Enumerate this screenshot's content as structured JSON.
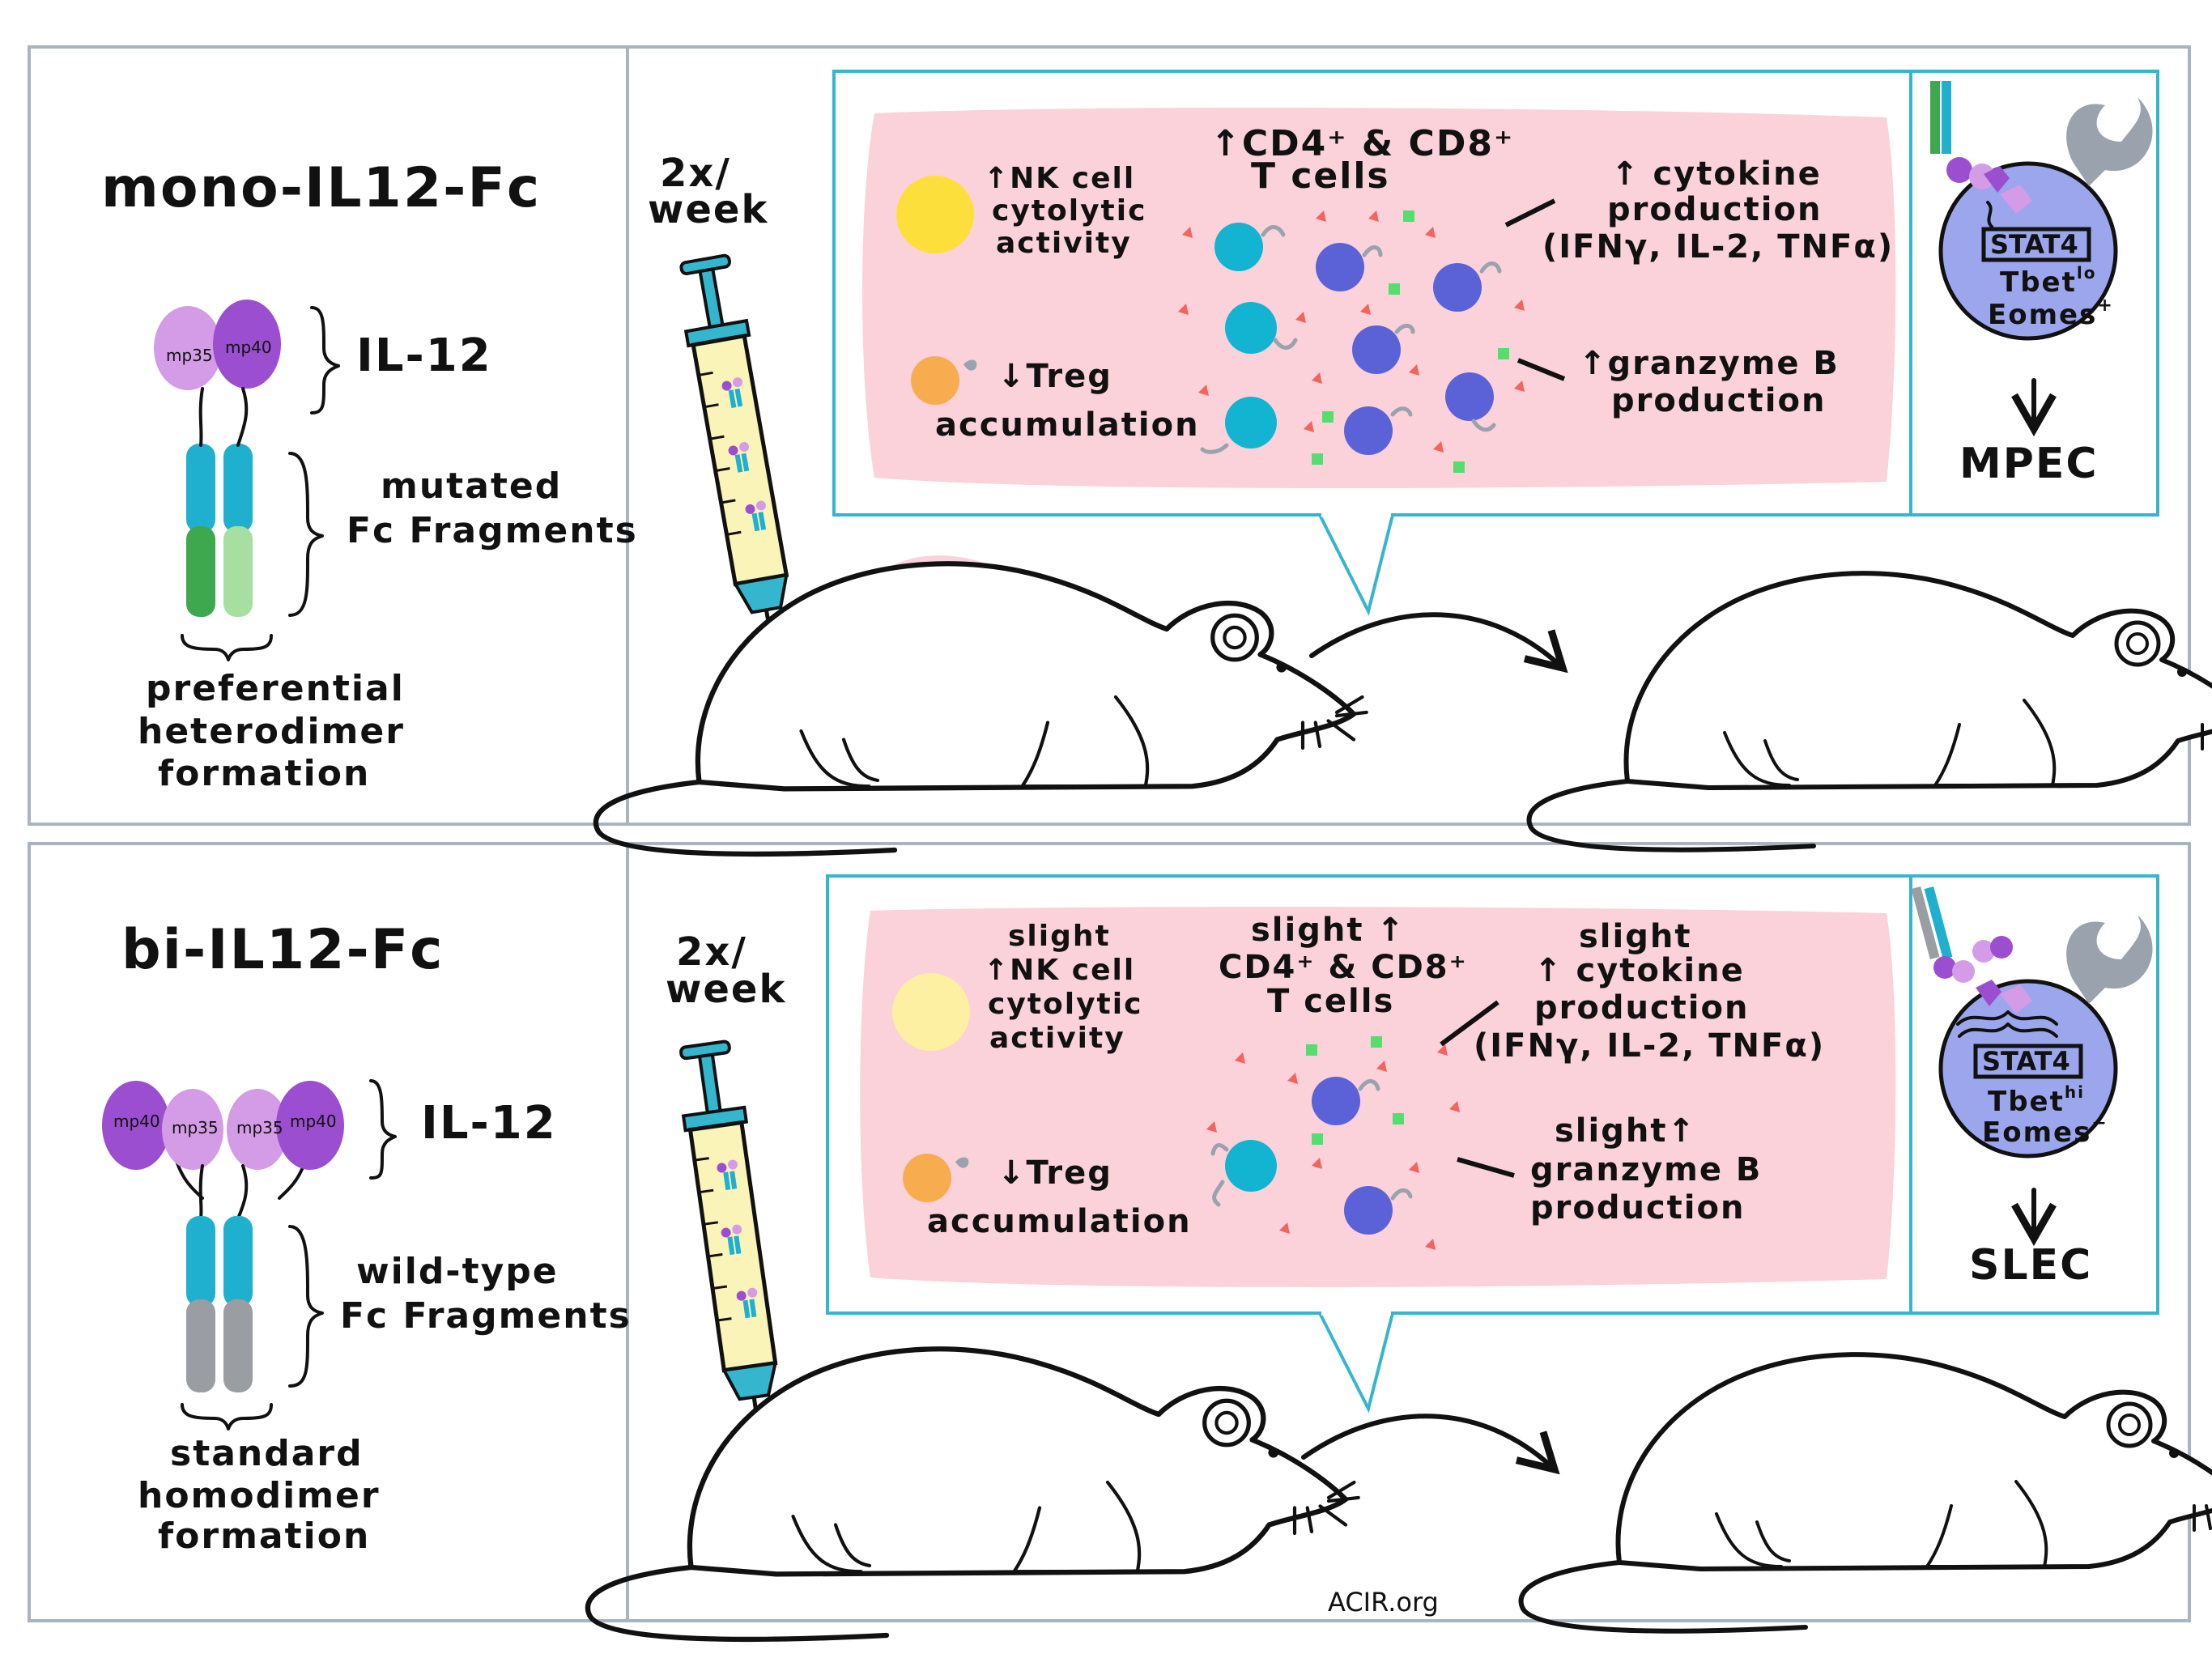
{
  "colors": {
    "frame": "#aab4be",
    "callout_border": "#35b6cf",
    "pink": "#fbd1da",
    "mp35": "#d49be6",
    "mp40": "#9b4fd0",
    "fc_blue": "#1fb0cf",
    "fc_green_dark": "#3ea84f",
    "fc_green_light": "#a7dfa0",
    "fc_gray": "#9a9ea3",
    "nk_yellow": "#fddf3c",
    "nk_yellow_pale": "#fdf0a2",
    "treg_orange": "#f7ad4f",
    "cd8_cyan": "#13b4d1",
    "cd4_blue": "#5b62d8",
    "red_dot": "#f2645c",
    "green_dot": "#55dd6f",
    "tcell_purple": "#9ca6ec",
    "receptor_gray": "#9aa3ad"
  },
  "panel_top": {
    "molecule_title": "mono-IL12-Fc",
    "subunit_1": "mp35",
    "subunit_2": "mp40",
    "il12_label": "IL-12",
    "fc_label_line1": "mutated",
    "fc_label_line2": "Fc Fragments",
    "formation_line1": "preferential",
    "formation_line2": "heterodimer",
    "formation_line3": "formation",
    "dose_line1": "2x/",
    "dose_line2": "week",
    "nk_line1": "↑NK cell",
    "nk_line2": "cytolytic",
    "nk_line3": "activity",
    "treg_line1": "↓Treg",
    "treg_line2": "accumulation",
    "tcell_line1": "↑CD4⁺ & CD8⁺",
    "tcell_line2": "T cells",
    "cytokine_line1": "↑ cytokine",
    "cytokine_line2": "production",
    "cytokine_line3": "(IFNγ, IL-2, TNFα)",
    "granzyme_line1": "↑granzyme B",
    "granzyme_line2": "production",
    "stat": "STAT4",
    "tbet": "Tbet",
    "tbet_sup": "lo",
    "eomes": "Eomes",
    "eomes_sup": "+",
    "outcome": "MPEC"
  },
  "panel_bottom": {
    "molecule_title": "bi-IL12-Fc",
    "subunit_1": "mp35",
    "subunit_2": "mp40",
    "il12_label": "IL-12",
    "fc_label_line1": "wild-type",
    "fc_label_line2": "Fc Fragments",
    "formation_line1": "standard",
    "formation_line2": "homodimer",
    "formation_line3": "formation",
    "dose_line1": "2x/",
    "dose_line2": "week",
    "nk_line0": "slight",
    "nk_line1": "↑NK cell",
    "nk_line2": "cytolytic",
    "nk_line3": "activity",
    "treg_line1": "↓Treg",
    "treg_line2": "accumulation",
    "tcell_line0": "slight ↑",
    "tcell_line1": "CD4⁺ & CD8⁺",
    "tcell_line2": "T cells",
    "cytokine_line0": "slight",
    "cytokine_line1": "↑ cytokine",
    "cytokine_line2": "production",
    "cytokine_line3": "(IFNγ, IL-2, TNFα)",
    "granzyme_line0": "slight↑",
    "granzyme_line1": "granzyme B",
    "granzyme_line2": "production",
    "stat": "STAT4",
    "tbet": "Tbet",
    "tbet_sup": "hi",
    "eomes": "Eomes",
    "eomes_sup": "−",
    "outcome": "SLEC"
  },
  "credit": "ACIR.org"
}
